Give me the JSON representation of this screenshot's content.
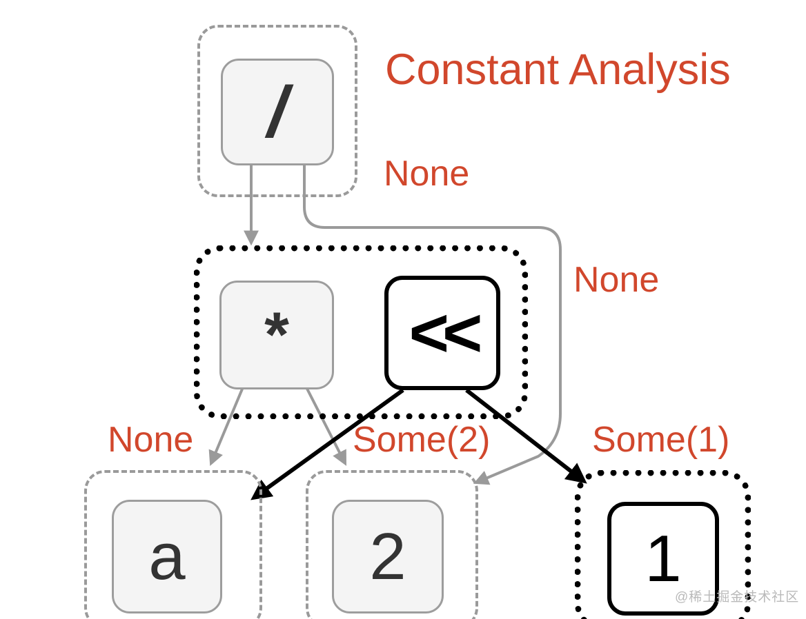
{
  "diagram": {
    "title": "Constant Analysis",
    "accent_color": "#d1472c",
    "node_gray_fill": "#f4f4f4",
    "node_gray_border": "#9d9d9d",
    "node_black_border": "#000000",
    "edge_gray_color": "#9a9a9a",
    "edge_black_color": "#000000",
    "background": "#ffffff"
  },
  "nodes": {
    "div": {
      "label": "/",
      "style": "gray"
    },
    "mul": {
      "label": "*",
      "style": "gray"
    },
    "shift": {
      "label": "<<",
      "style": "black"
    },
    "var_a": {
      "label": "a",
      "style": "gray"
    },
    "const_2": {
      "label": "2",
      "style": "gray"
    },
    "const_1": {
      "label": "1",
      "style": "black"
    }
  },
  "groups": {
    "div_group": {
      "style": "gray-dashed"
    },
    "mul_shift_group": {
      "style": "black-dotted"
    },
    "a_group": {
      "style": "gray-dashed"
    },
    "two_group": {
      "style": "gray-dashed"
    },
    "one_group": {
      "style": "black-dotted"
    }
  },
  "annotations": {
    "top_none": "None",
    "right_none": "None",
    "bottom_none": "None",
    "some_two": "Some(2)",
    "some_one": "Some(1)"
  },
  "watermark": {
    "text": "@稀土掘金技术社区"
  },
  "chart_data": {
    "type": "diagram",
    "title": "Constant Analysis",
    "description": "Abstract syntax tree with constant-propagation lattice values annotated on edges",
    "tree": [
      {
        "id": "div",
        "label": "/",
        "children": [
          "mul",
          "shift"
        ],
        "value": "None"
      },
      {
        "id": "mul",
        "label": "*",
        "children": [
          "var_a",
          "const_2"
        ],
        "value": "None"
      },
      {
        "id": "shift",
        "label": "<<",
        "children": [
          "var_a",
          "const_1"
        ],
        "value": "None"
      },
      {
        "id": "var_a",
        "label": "a",
        "children": [],
        "value": "None"
      },
      {
        "id": "const_2",
        "label": "2",
        "children": [],
        "value": "Some(2)"
      },
      {
        "id": "const_1",
        "label": "1",
        "children": [],
        "value": "Some(1)"
      }
    ],
    "edge_labels": [
      "None",
      "None",
      "None",
      "Some(2)",
      "Some(1)"
    ]
  }
}
